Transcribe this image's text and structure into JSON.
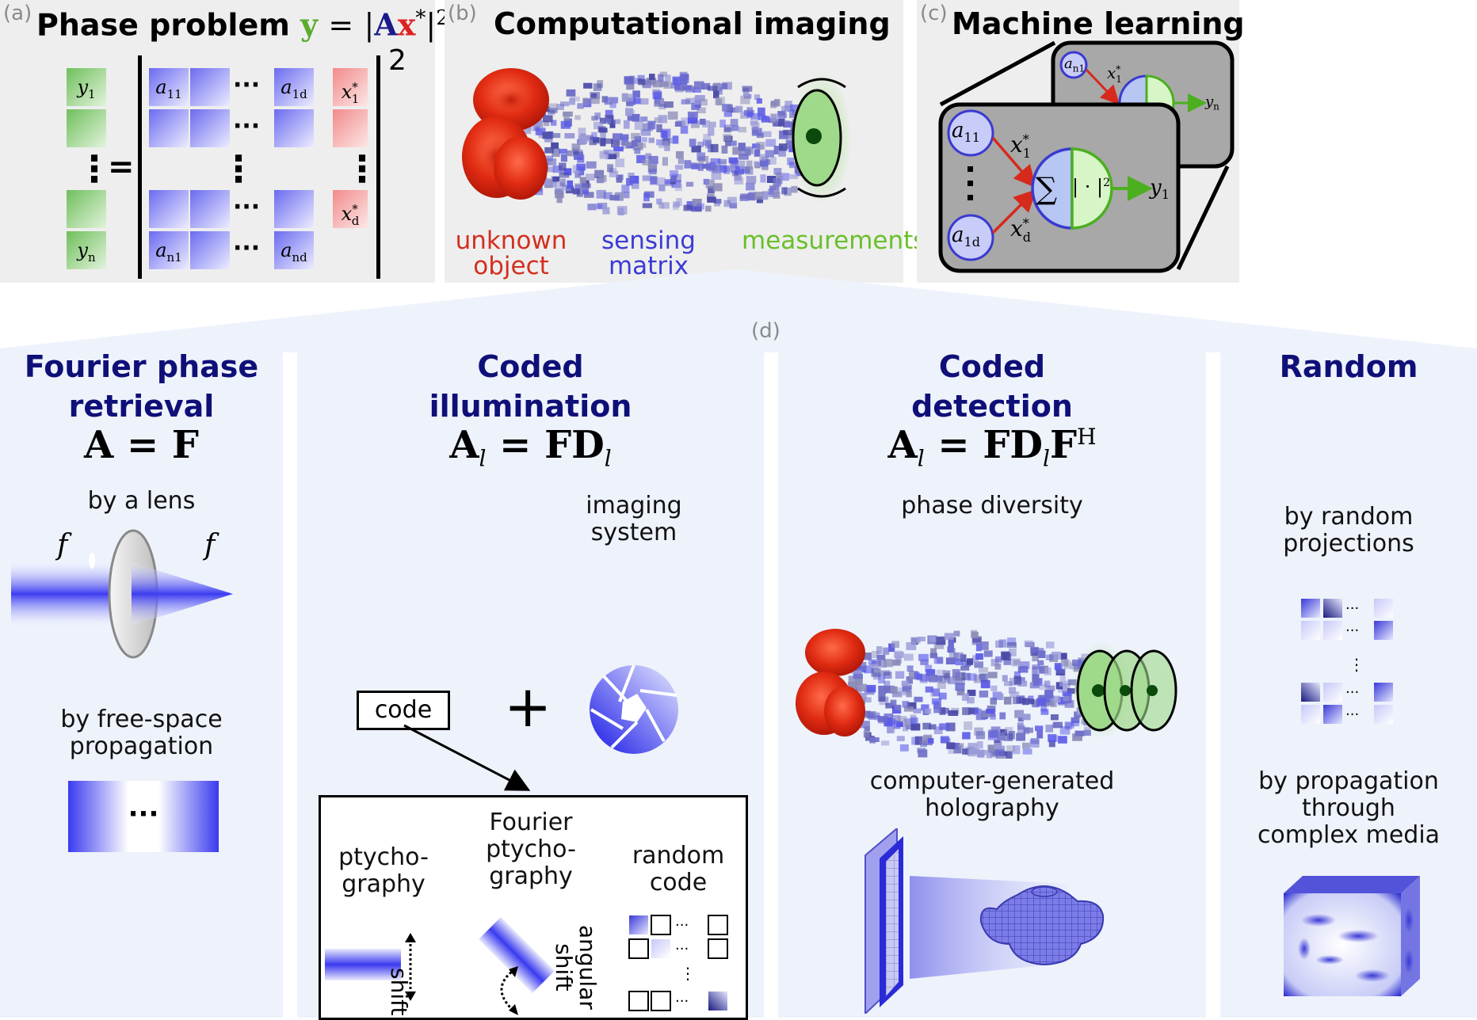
{
  "panel_a": {
    "tag": "(a)",
    "title_prefix": "Phase problem",
    "eq_y": "y",
    "eq_eq": "=",
    "eq_bar": "|",
    "eq_A": "A",
    "eq_x": "x",
    "eq_star": "*",
    "eq_pow": "2",
    "y_top": "y",
    "y_top_sub": "1",
    "y_bot": "y",
    "y_bot_sub": "n",
    "a11": "a",
    "a11_sub": "11",
    "a1d": "a",
    "a1d_sub": "1d",
    "an1": "a",
    "an1_sub": "n1",
    "and": "a",
    "and_sub": "nd",
    "x1": "x",
    "x1_sub": "1",
    "xd": "x",
    "xd_sub": "d",
    "star": "*",
    "equals": "=",
    "square": "2",
    "hdots": "···",
    "vdots": "⋮"
  },
  "panel_b": {
    "tag": "(b)",
    "title": "Computational imaging",
    "legend": [
      {
        "text": "unknown\nobject",
        "color": "#d32f1f"
      },
      {
        "text": "sensing matrix",
        "color": "#3b3bd6"
      },
      {
        "text": "measurements",
        "color": "#6abf2a"
      }
    ]
  },
  "panel_c": {
    "tag": "(c)",
    "title": "Machine learning",
    "front": {
      "a_top": "a",
      "a_top_sub": "11",
      "a_bot": "a",
      "a_bot_sub": "1d",
      "x_top": "x",
      "x_top_sub": "1",
      "x_bot": "x",
      "x_bot_sub": "d",
      "sum": "∑",
      "abs": "| · |",
      "pow": "2",
      "out": "y",
      "out_sub": "1",
      "star": "*"
    },
    "back": {
      "a_top": "a",
      "a_top_sub": "n1",
      "x_top": "x",
      "x_top_sub": "1",
      "out": "y",
      "out_sub": "n",
      "star": "*"
    }
  },
  "panel_d": {
    "tag": "(d)",
    "columns": [
      {
        "title": "Fourier phase\nretrieval",
        "eq": "A = F",
        "label1": "by a lens",
        "f_left": "f",
        "f_right": "f",
        "label2": "by free-space\npropagation",
        "dots": "···"
      },
      {
        "title": "Coded\nillumination",
        "eq_A": "A",
        "eq_sub": "l",
        "eq_rhs": "= FD",
        "eq_rhs_sub": "l",
        "label1": "imaging\nsystem",
        "code": "code",
        "plus": "+",
        "sub_ptycho": "ptycho-\ngraphy",
        "sub_fourier": "Fourier\nptycho-\ngraphy",
        "sub_random": "random\ncode",
        "shift": "shift",
        "angular_shift": "angular\nshift"
      },
      {
        "title": "Coded\ndetection",
        "eq_A": "A",
        "eq_sub": "l",
        "eq_rhs": "= FD",
        "eq_rhs_sub": "l",
        "eq_F": "F",
        "eq_sup": "H",
        "label1": "phase diversity",
        "label2": "computer-generated\nholography"
      },
      {
        "title": "Random",
        "label1": "by random\nprojections",
        "label2": "by propagation\nthrough\ncomplex media"
      }
    ]
  },
  "colors": {
    "panel_bg": "#eeeeee",
    "d_bg": "#eef2fb",
    "title_blue": "#0f0f78",
    "green": "#6ec15a",
    "blue": "#5a5ae8",
    "red": "#e03a2a"
  }
}
